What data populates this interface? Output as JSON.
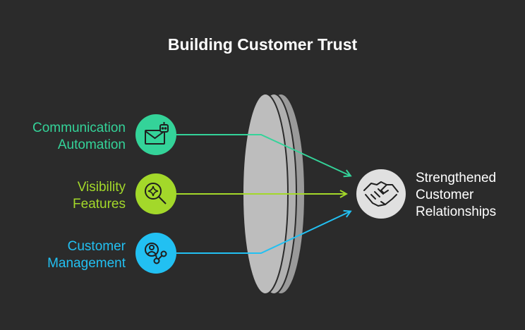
{
  "title": "Building Customer Trust",
  "inputs": [
    {
      "lines": [
        "Communication",
        "Automation"
      ],
      "color": "#34d399",
      "icon": "email-robot-icon"
    },
    {
      "lines": [
        "Visibility",
        "Features"
      ],
      "color": "#a3d82a",
      "icon": "magnify-sparkle-icon"
    },
    {
      "lines": [
        "Customer",
        "Management"
      ],
      "color": "#22c0f2",
      "icon": "user-network-icon"
    }
  ],
  "output": {
    "lines": [
      "Strengthened",
      "Customer",
      "Relationships"
    ],
    "color": "#e0e0e0",
    "icon": "handshake-icon"
  },
  "lens_color": "#bdbdbd"
}
